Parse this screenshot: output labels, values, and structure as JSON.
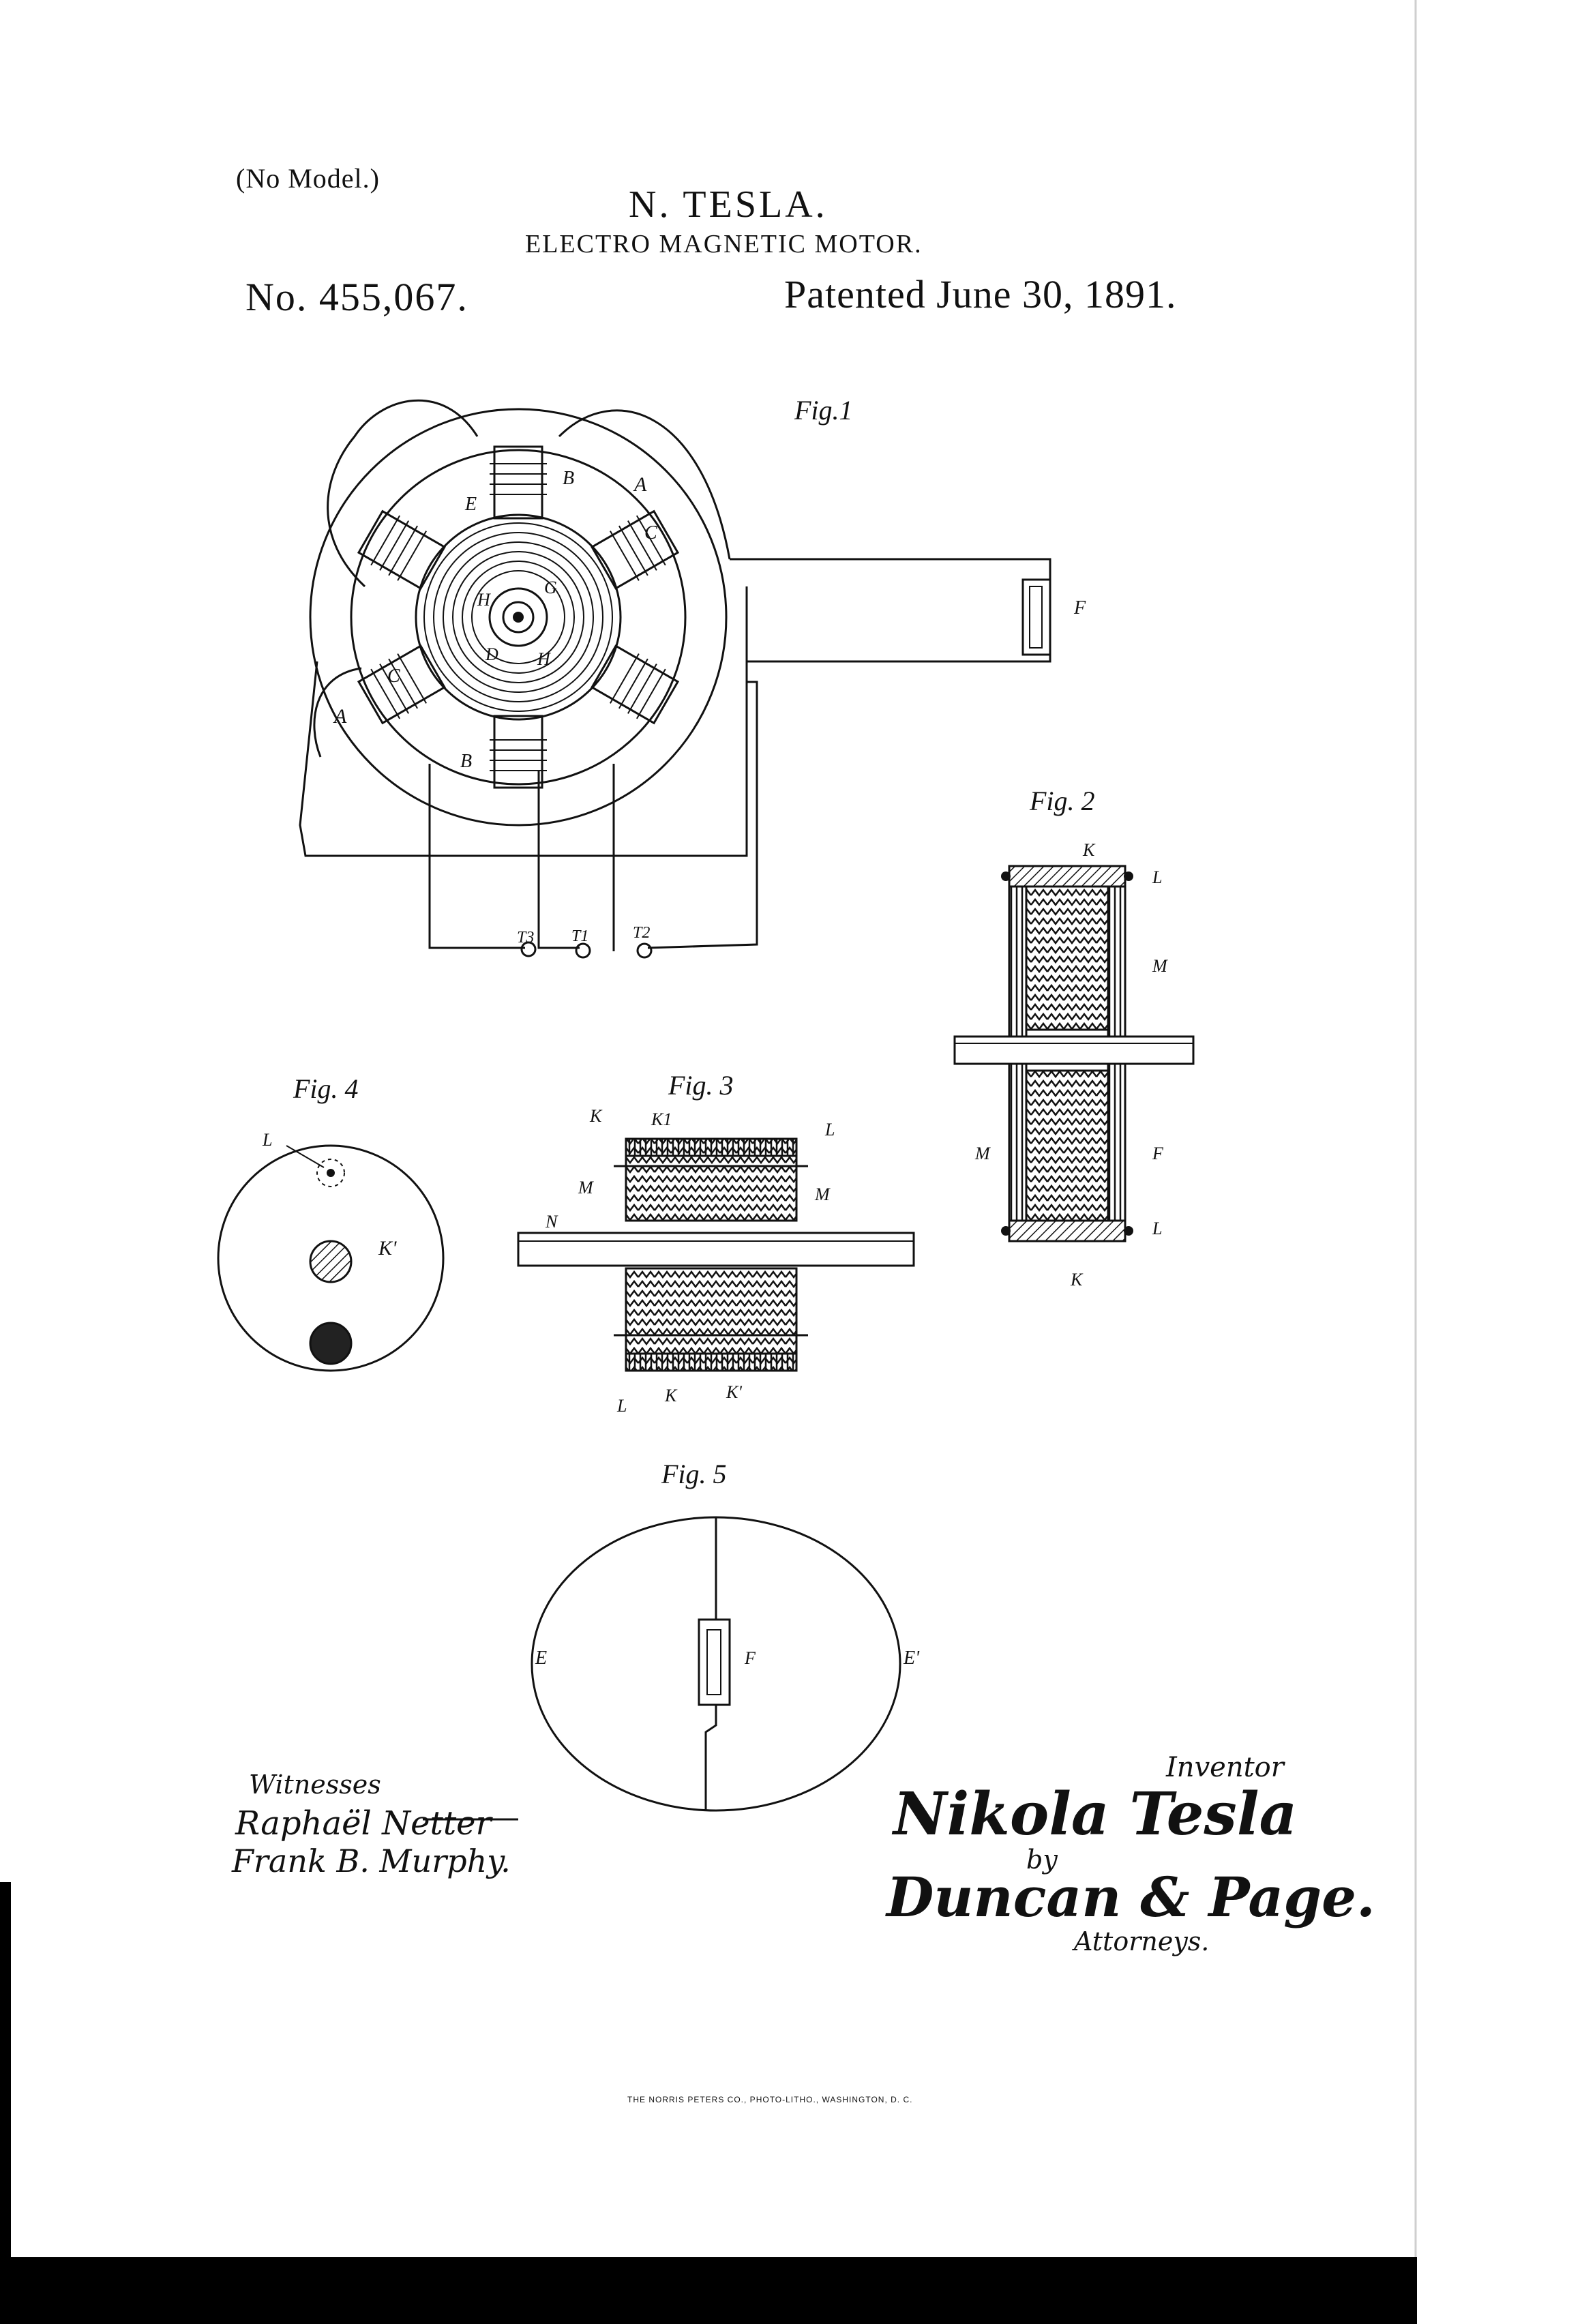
{
  "header": {
    "no_model": "(No Model.)",
    "inventor": "N. TESLA.",
    "title": "ELECTRO MAGNETIC MOTOR.",
    "patent_number": "No. 455,067.",
    "patent_date": "Patented June 30, 1891."
  },
  "fig1": {
    "caption": "Fig.1",
    "labels": {
      "A_top": "A",
      "A_left": "A",
      "B_top": "B",
      "B_bottom": "B",
      "C_top": "C",
      "C_left": "C",
      "D": "D",
      "E": "E",
      "F": "F",
      "G": "G",
      "H": "H",
      "H2": "H",
      "T3": "T3",
      "T1": "T1",
      "T2": "T2"
    }
  },
  "fig2": {
    "caption": "Fig. 2",
    "labels": {
      "K_top": "K",
      "L_top": "L",
      "M": "M",
      "M_left": "M",
      "F": "F",
      "L_bottom": "L",
      "K_bottom": "K"
    }
  },
  "fig3": {
    "caption": "Fig. 3",
    "labels": {
      "K_top": "K",
      "K1_top": "K1",
      "L_top": "L",
      "M_left": "M",
      "M_right": "M",
      "N": "N",
      "L_bottom": "L",
      "K_bottom": "K",
      "K1_bottom": "K'"
    }
  },
  "fig4": {
    "caption": "Fig. 4",
    "labels": {
      "L": "L",
      "K1": "K'"
    }
  },
  "fig5": {
    "caption": "Fig. 5",
    "labels": {
      "E": "E",
      "E1": "E'",
      "F": "F"
    }
  },
  "signatures": {
    "witnesses_label": "Witnesses",
    "witness_1": "Raphaël Netter",
    "witness_2": "Frank B. Murphy.",
    "inventor_label": "Inventor",
    "inventor_signature": "Nikola Tesla",
    "by": "by",
    "attorneys_signature": "Duncan & Page.",
    "attorneys_label": "Attorneys."
  },
  "footer": {
    "printer": "THE NORRIS PETERS CO., PHOTO-LITHO., WASHINGTON, D. C."
  },
  "colors": {
    "ink": "#111111",
    "paper": "#ffffff",
    "edge": "#000000"
  }
}
